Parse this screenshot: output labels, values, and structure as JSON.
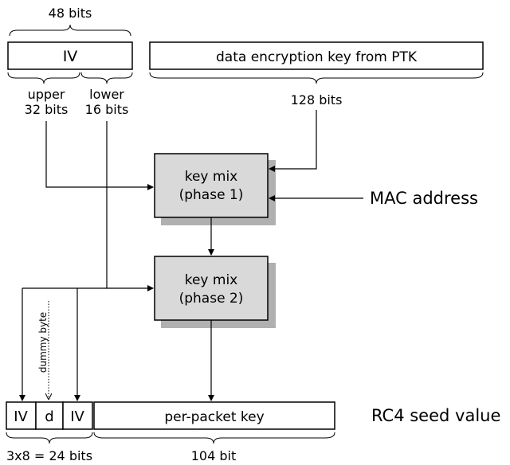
{
  "labels": {
    "iv_bits": "48 bits",
    "iv": "IV",
    "dek": "data encryption key from PTK",
    "upper_line1": "upper",
    "upper_line2": "32 bits",
    "lower_line1": "lower",
    "lower_line2": "16 bits",
    "dek_bits": "128 bits",
    "mix1_line1": "key mix",
    "mix1_line2": "(phase 1)",
    "mac": "MAC address",
    "mix2_line1": "key mix",
    "mix2_line2": "(phase 2)",
    "dummy": "dummy byte",
    "seed_iv1": "IV",
    "seed_d": "d",
    "seed_iv2": "IV",
    "ppk": "per-packet key",
    "rc4": "RC4 seed value",
    "bits_24": "3x8 = 24 bits",
    "bits_104": "104 bit"
  },
  "colors": {
    "mix_fill": "#d9d9d9",
    "shadow": "#b0b0b0"
  }
}
